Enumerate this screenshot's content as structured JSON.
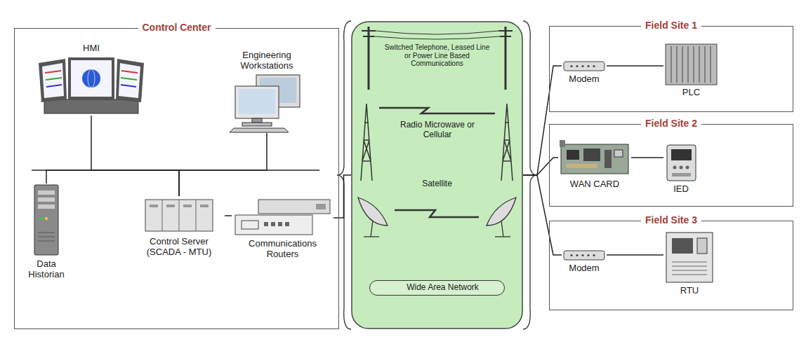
{
  "diagram": {
    "nodes": [
      {
        "text": [
          "Control Center"
        ]
      },
      {
        "text": [
          "HMI"
        ],
        "in": 0
      },
      {
        "text": [
          "Engineering Workstations"
        ],
        "in": 0
      },
      {
        "text": [
          "Data Historian"
        ],
        "in": 0
      },
      {
        "text": [
          "Control Server (SCADA - MTU)"
        ],
        "in": 0
      },
      {
        "text": [
          "Communications Routers"
        ],
        "in": 0
      },
      {
        "text": [
          "Switched Telephone, Leased Line or Power Line Based Communications",
          "Radio Microwave or Cellular",
          "Satellite",
          "Wide Area Network"
        ]
      },
      {
        "text": [
          "Field Site 1"
        ]
      },
      {
        "text": [
          "Modem"
        ],
        "in": 7
      },
      {
        "text": [
          "PLC"
        ],
        "in": 7
      },
      {
        "text": [
          "Field Site 2"
        ]
      },
      {
        "text": [
          "WAN CARD"
        ],
        "in": 10
      },
      {
        "text": [
          "IED"
        ],
        "in": 10
      },
      {
        "text": [
          "Field Site 3"
        ]
      },
      {
        "text": [
          "Modem"
        ],
        "in": 13
      },
      {
        "text": [
          "RTU"
        ],
        "in": 13
      }
    ],
    "edges": [
      {
        "from": 1,
        "to": 4,
        "arrow": "none"
      },
      {
        "from": 2,
        "to": 4,
        "arrow": "none"
      },
      {
        "from": 3,
        "to": 4,
        "arrow": "none"
      },
      {
        "from": 4,
        "to": 5,
        "arrow": "none"
      },
      {
        "from": 5,
        "to": 6,
        "arrow": "none"
      },
      {
        "from": 6,
        "to": 8,
        "arrow": "none"
      },
      {
        "from": 6,
        "to": 11,
        "arrow": "none"
      },
      {
        "from": 6,
        "to": 14,
        "arrow": "none"
      },
      {
        "from": 8,
        "to": 9,
        "arrow": "none"
      },
      {
        "from": 11,
        "to": 12,
        "arrow": "none"
      },
      {
        "from": 14,
        "to": 15,
        "arrow": "none"
      }
    ]
  }
}
